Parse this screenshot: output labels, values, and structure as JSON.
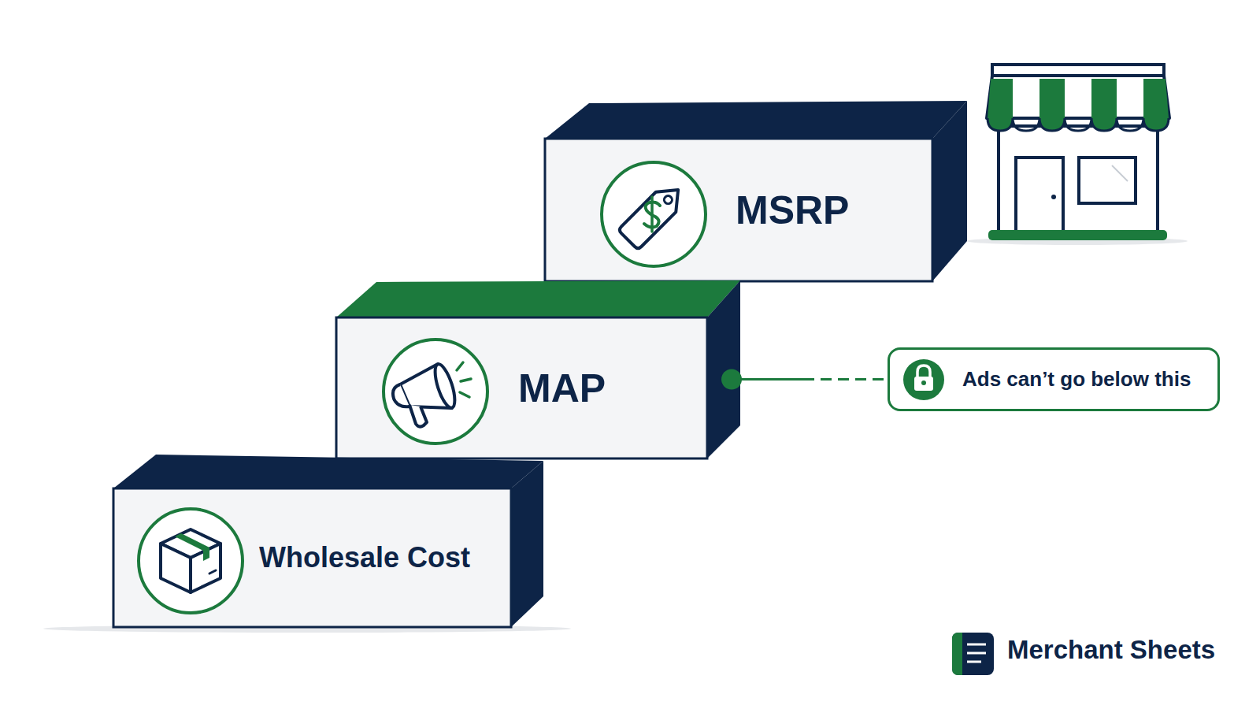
{
  "diagram": {
    "nodes": [
      {
        "text": [
          "MSRP"
        ]
      },
      {
        "text": [
          "MAP"
        ]
      },
      {
        "text": [
          "Ads can’t go below this"
        ]
      },
      {
        "text": [
          "Wholesale Cost"
        ]
      }
    ],
    "edges": [
      {
        "from": 1,
        "to": 2,
        "arrow": "none"
      }
    ],
    "labels": [
      "Merchant Sheets"
    ]
  }
}
